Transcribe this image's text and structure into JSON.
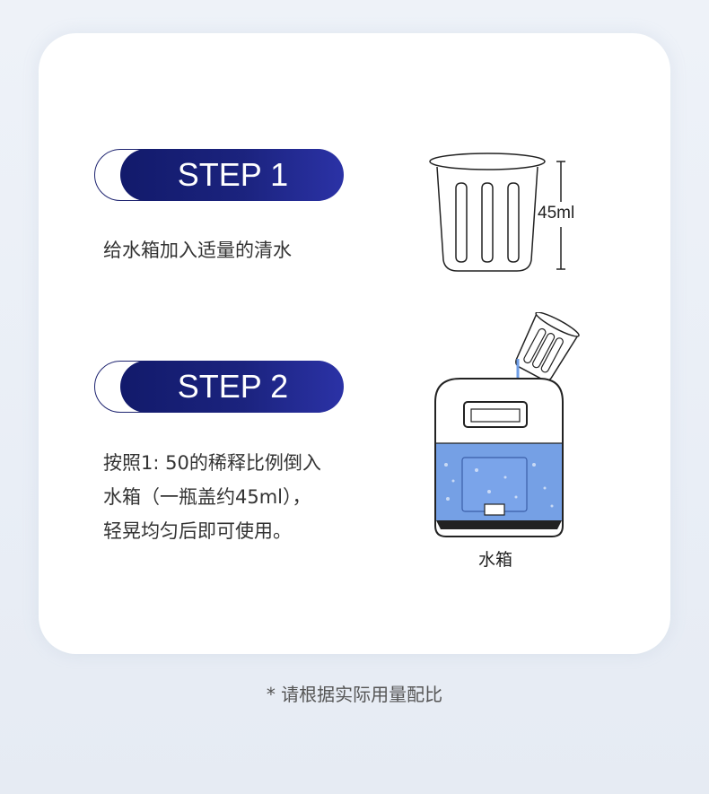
{
  "steps": [
    {
      "badge": "STEP 1",
      "lines": [
        "给水箱加入适量的清水"
      ]
    },
    {
      "badge": "STEP 2",
      "lines": [
        "按照1: 50的稀释比例倒入",
        "水箱（一瓶盖约45ml），",
        "轻晃均匀后即可使用。"
      ]
    }
  ],
  "measuring_cup": {
    "volume_label": "45ml"
  },
  "water_tank": {
    "label": "水箱"
  },
  "footnote": "* 请根据实际用量配比"
}
